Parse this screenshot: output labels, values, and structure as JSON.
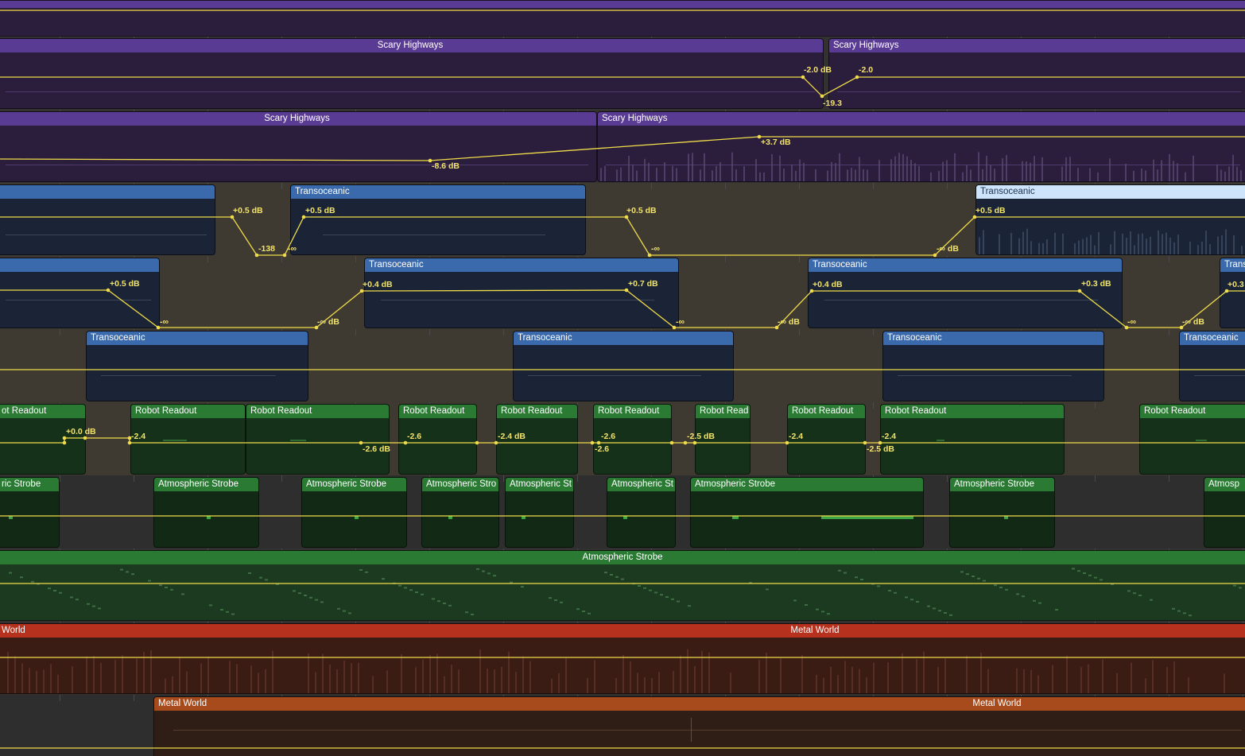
{
  "app": {
    "view": "Tracks Area"
  },
  "colors": {
    "purple_header": "#5a3b93",
    "purple_body": "#2b1d3c",
    "blue_header": "#3a6aab",
    "blue_body": "#1a2436",
    "green_header": "#2a7a34",
    "green_body": "#16311a",
    "red_header": "#b6321e",
    "red_body": "#3b1c15",
    "orange_header": "#a84b1c",
    "orange_body": "#2e1e16",
    "automation_line": "#f0dc4a",
    "selected_header": "#cde4fb"
  },
  "tracks": [
    {
      "id": "t1",
      "regions": []
    },
    {
      "id": "t2",
      "regions": [
        {
          "name": "Scary Highways",
          "align": "c"
        },
        {
          "name": "Scary Highways",
          "align": "l"
        }
      ]
    },
    {
      "id": "t3",
      "regions": [
        {
          "name": "Scary Highways",
          "align": "c"
        },
        {
          "name": "Scary Highways",
          "align": "l"
        }
      ]
    },
    {
      "id": "t4",
      "regions": [
        {
          "name": ""
        },
        {
          "name": "Transoceanic"
        },
        {
          "name": "Transoceanic",
          "selected": true
        }
      ]
    },
    {
      "id": "t5",
      "regions": [
        {
          "name": ""
        },
        {
          "name": "Transoceanic"
        },
        {
          "name": "Transoceanic"
        },
        {
          "name": "Trans"
        }
      ]
    },
    {
      "id": "t6",
      "regions": [
        {
          "name": "Transoceanic"
        },
        {
          "name": "Transoceanic"
        },
        {
          "name": "Transoceanic"
        },
        {
          "name": "Transoceanic"
        }
      ]
    },
    {
      "id": "t7",
      "regions": [
        {
          "name": "ot Readout"
        },
        {
          "name": "Robot Readout"
        },
        {
          "name": "Robot Readout"
        },
        {
          "name": "Robot Readout"
        },
        {
          "name": "Robot Readout"
        },
        {
          "name": "Robot Readout"
        },
        {
          "name": "Robot Read"
        },
        {
          "name": "Robot Readout"
        },
        {
          "name": "Robot Readout"
        },
        {
          "name": "Robot Readout"
        }
      ]
    },
    {
      "id": "t8",
      "regions": [
        {
          "name": "ric Strobe"
        },
        {
          "name": "Atmospheric Strobe"
        },
        {
          "name": "Atmospheric Strobe"
        },
        {
          "name": "Atmospheric Stro"
        },
        {
          "name": "Atmospheric St"
        },
        {
          "name": "Atmospheric St"
        },
        {
          "name": "Atmospheric Strobe"
        },
        {
          "name": "Atmospheric Strobe"
        },
        {
          "name": "Atmosp"
        }
      ]
    },
    {
      "id": "t9",
      "regions": [
        {
          "name": "Atmospheric Strobe",
          "align": "c"
        }
      ]
    },
    {
      "id": "t10",
      "regions": [
        {
          "name": "World",
          "align": "l"
        },
        {
          "name": "Metal World",
          "align": "c"
        }
      ]
    },
    {
      "id": "t11",
      "regions": [
        {
          "name": "Metal World",
          "align": "l"
        },
        {
          "name": "Metal World",
          "align": "c"
        }
      ]
    }
  ],
  "automation_labels": {
    "t2": [
      "-2.0 dB",
      "-19.3",
      "-2.0"
    ],
    "t3": [
      "-8.6 dB",
      "+3.7 dB"
    ],
    "t4": [
      "+0.5 dB",
      "-138",
      "-∞",
      "+0.5 dB",
      "+0.5 dB",
      "-∞",
      "-∞ dB",
      "+0.5 dB"
    ],
    "t5": [
      "+0.5 dB",
      "-∞",
      "-∞ dB",
      "+0.4 dB",
      "+0.7 dB",
      "-∞",
      "-∞ dB",
      "+0.4 dB",
      "+0.3 dB",
      "-∞",
      "-∞ dB",
      "+0.3"
    ],
    "t7": [
      "+0.0 dB",
      "-2.4",
      "-2.6 dB",
      "-2.6",
      "-2.4 dB",
      "-2.6",
      "-2.6",
      "-2.5 dB",
      "-2.4",
      "-2.4",
      "-2.5 dB"
    ]
  }
}
